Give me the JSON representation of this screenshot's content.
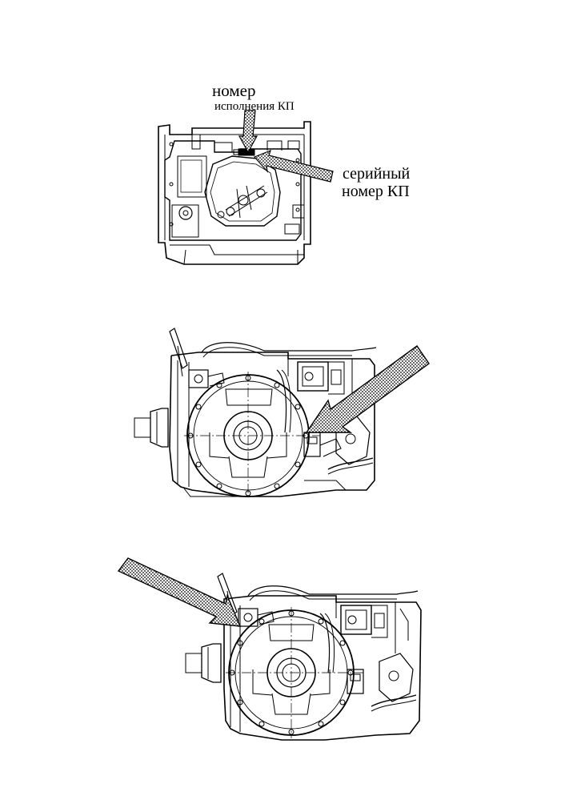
{
  "top_view": {
    "label_variant_line1": "номер",
    "label_variant_line2": "исполнения КП",
    "label_serial_line1": "серийный",
    "label_serial_line2": "номер КП"
  }
}
